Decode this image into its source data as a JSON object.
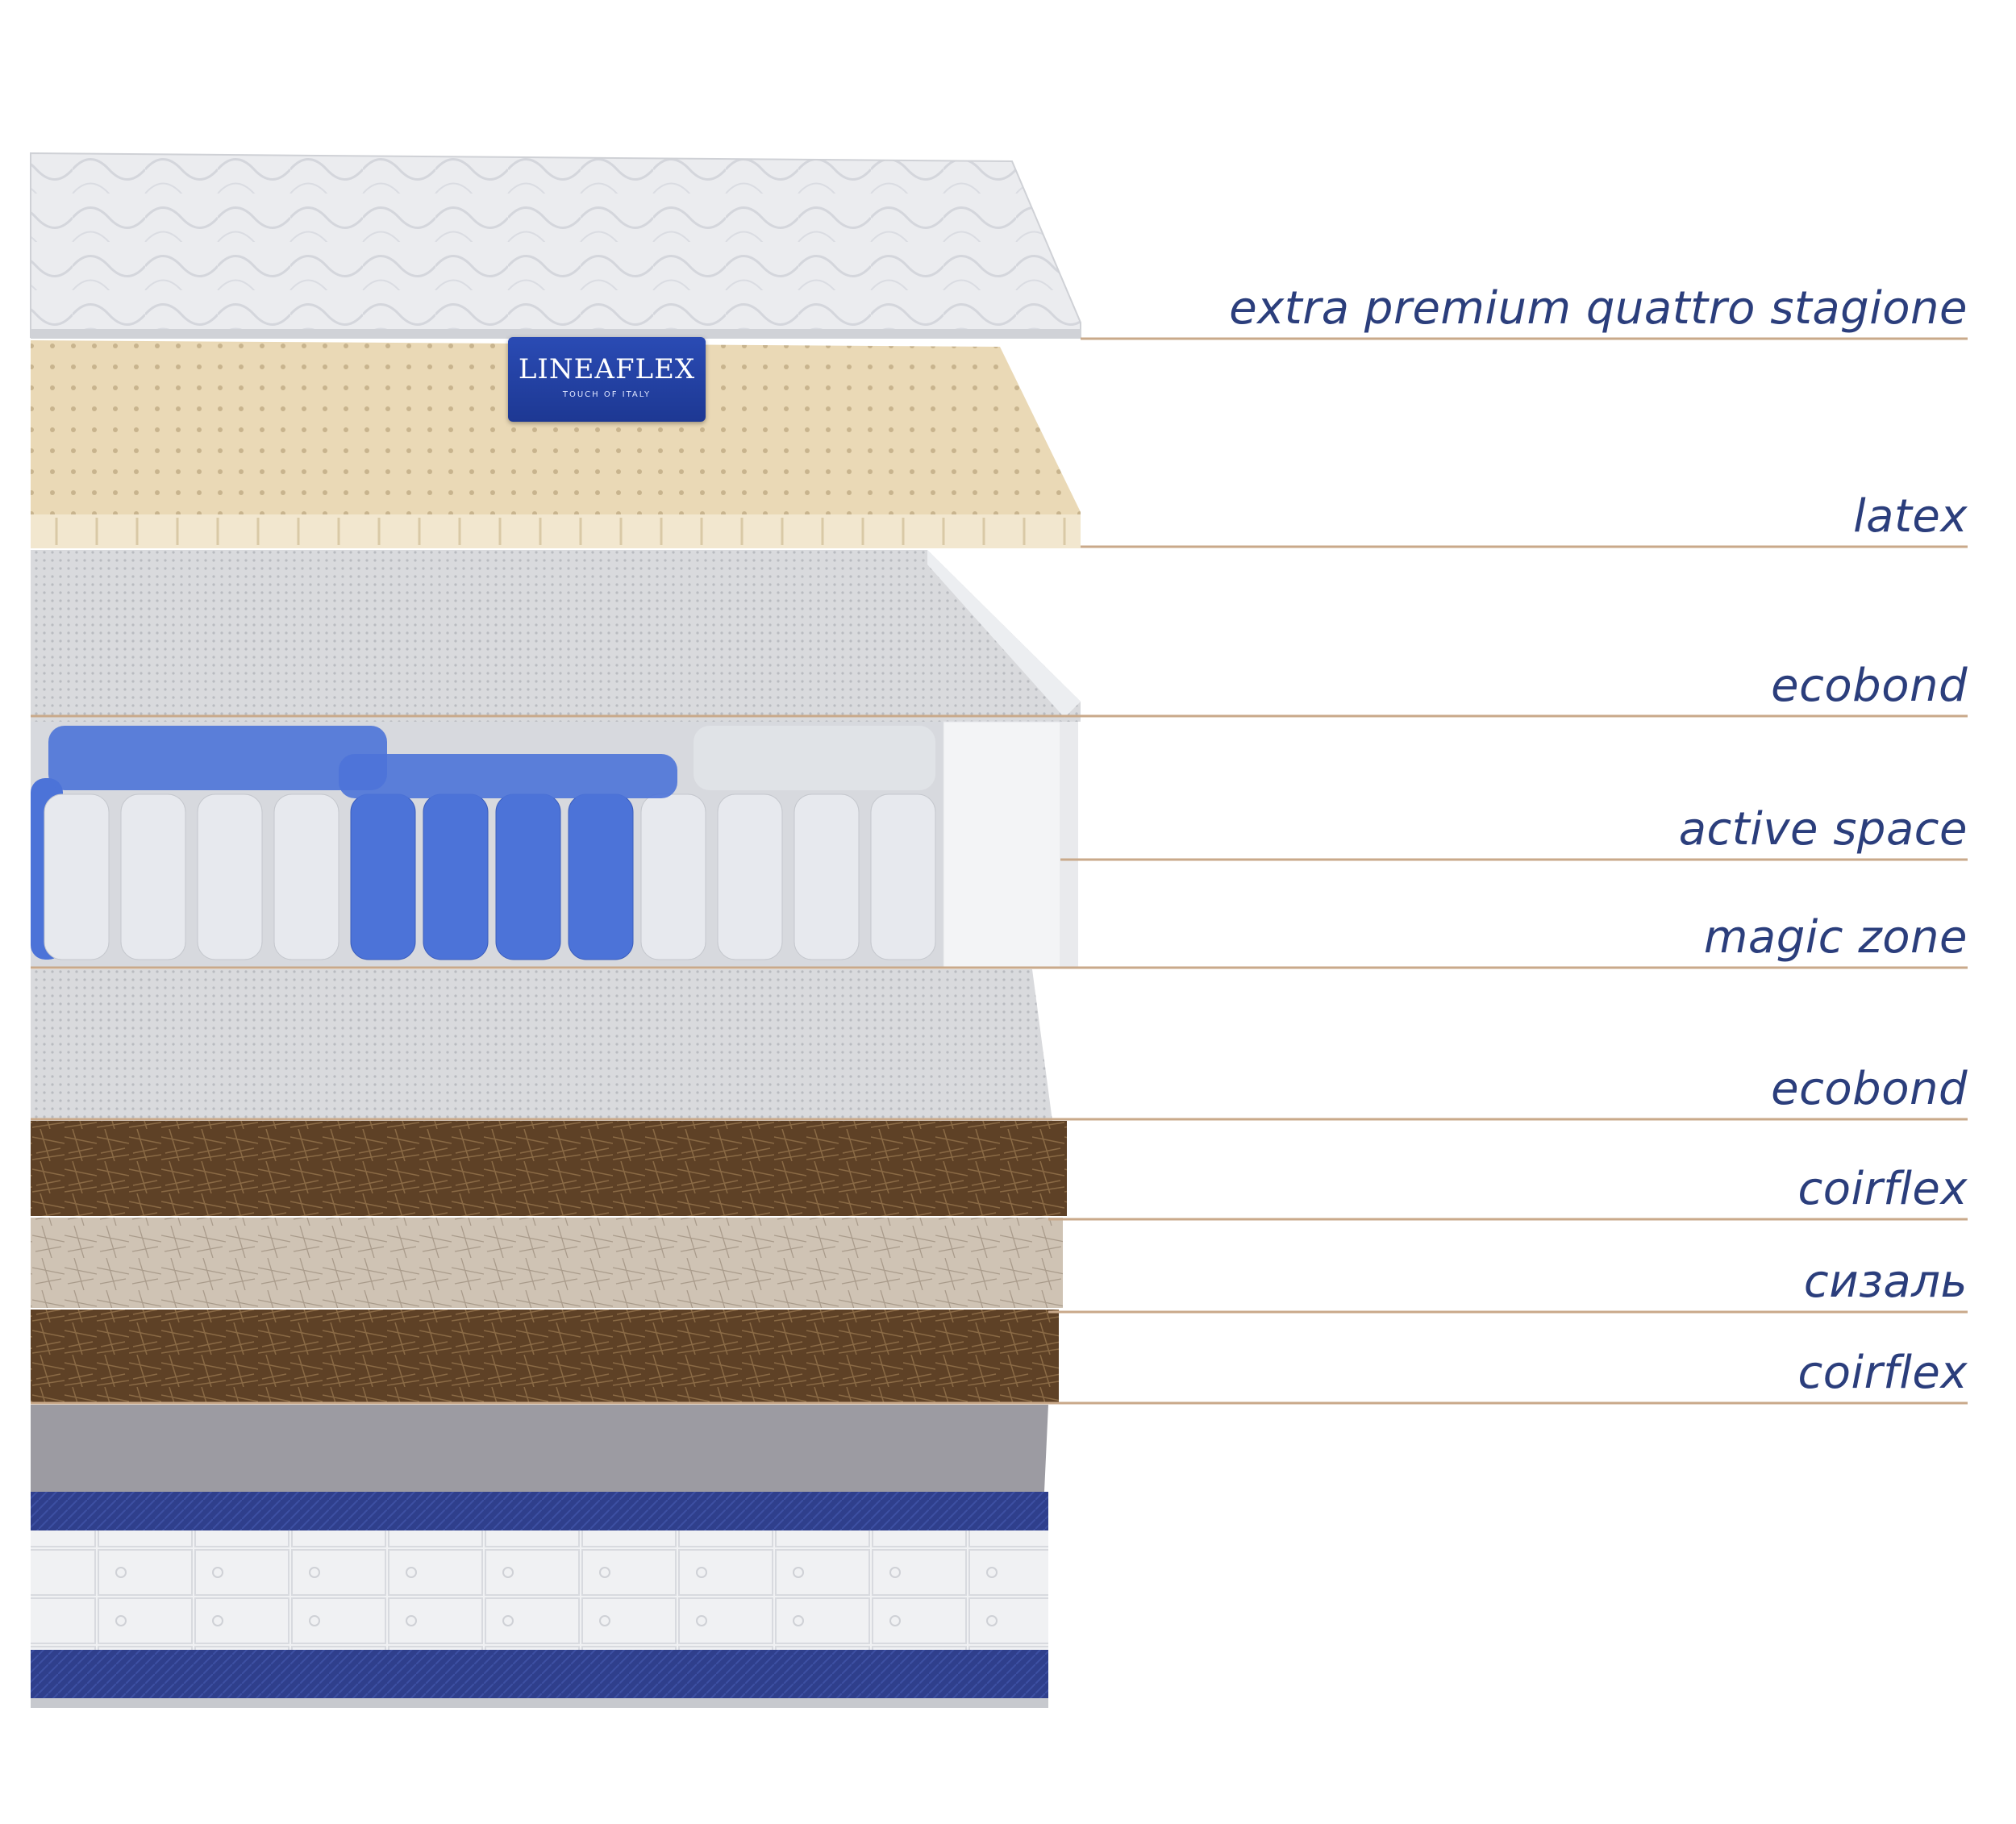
{
  "brand": {
    "name": "LINEAFLEX",
    "tagline": "TOUCH OF ITALY"
  },
  "colors": {
    "label": "#2b3e7c",
    "leader_line": "#c9a98a",
    "navy_border": "#2f3f8c",
    "spring_blue": "#4c73d8",
    "spring_white": "#e7e9ee",
    "latex": "#efe2c6",
    "coir": "#6b4b2a",
    "sisal": "#c8bcae"
  },
  "layers": [
    {
      "label": "extra premium quattro stagione"
    },
    {
      "label": "latex"
    },
    {
      "label": "ecobond"
    },
    {
      "label": "active space"
    },
    {
      "label": "magic zone"
    },
    {
      "label": "ecobond"
    },
    {
      "label": "coirflex"
    },
    {
      "label": "сизаль"
    },
    {
      "label": "coirflex"
    }
  ]
}
